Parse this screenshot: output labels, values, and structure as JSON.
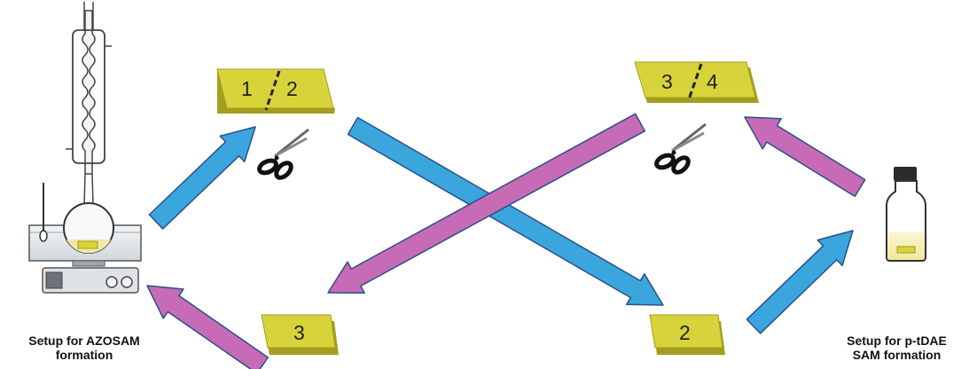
{
  "captions": {
    "azosam_line1": "Setup for AZOSAM",
    "azosam_line2": "formation",
    "ptdae_line1": "Setup for p-tDAE",
    "ptdae_line2": "SAM  formation"
  },
  "substrates": {
    "top_left": {
      "left_label": "1",
      "right_label": "2"
    },
    "top_right": {
      "left_label": "3",
      "right_label": "4"
    },
    "bottom_left": {
      "label": "3"
    },
    "bottom_right": {
      "label": "2"
    }
  },
  "colors": {
    "substrate": "#d8d33a",
    "substrate_edge": "#a39e1e",
    "blue_arrow": "#3aa6dd",
    "pink_arrow": "#c86bb6",
    "arrow_stroke": "#2b4f8a"
  },
  "icons": [
    "reflux-setup-icon",
    "vial-icon",
    "scissors-icon"
  ]
}
